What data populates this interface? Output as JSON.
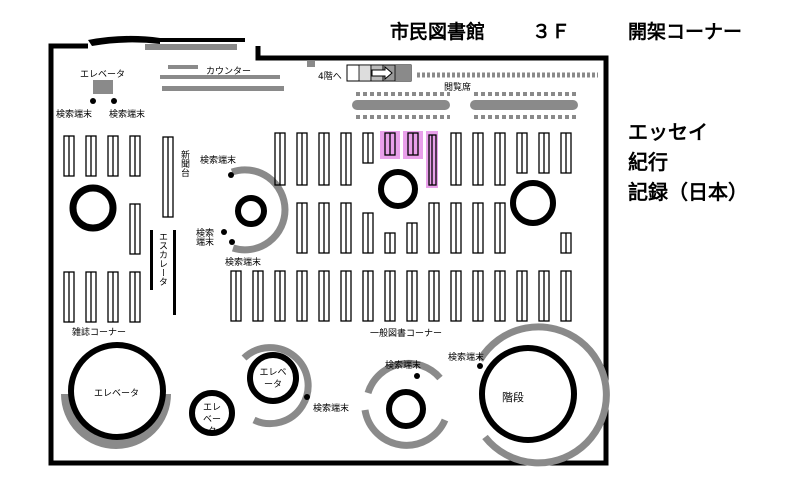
{
  "header": {
    "title": "市民図書館",
    "floor": "３Ｆ",
    "section": "開架コーナー"
  },
  "highlight_categories": [
    "エッセイ",
    "紀行",
    "記録（日本）"
  ],
  "labels": {
    "elevator_top": "エレベータ",
    "search_terminal": "検索端末",
    "counter": "カウンター",
    "to_4f": "4階へ",
    "reading_seats": "閲覧席",
    "new_arrivals": "新聞台",
    "escalator": "エスカレータ",
    "magazine_corner": "雑誌コーナー",
    "general_books": "一般図書コーナー",
    "elevator_big": "エレベータ",
    "elevator_small": "エレベータ",
    "elevator_mid": "エレベータ",
    "stairs": "階段"
  },
  "colors": {
    "highlight": "#e9a0ea",
    "highlight_border": "#c070c8",
    "wall": "#000000",
    "gray": "#8a8a8a"
  }
}
